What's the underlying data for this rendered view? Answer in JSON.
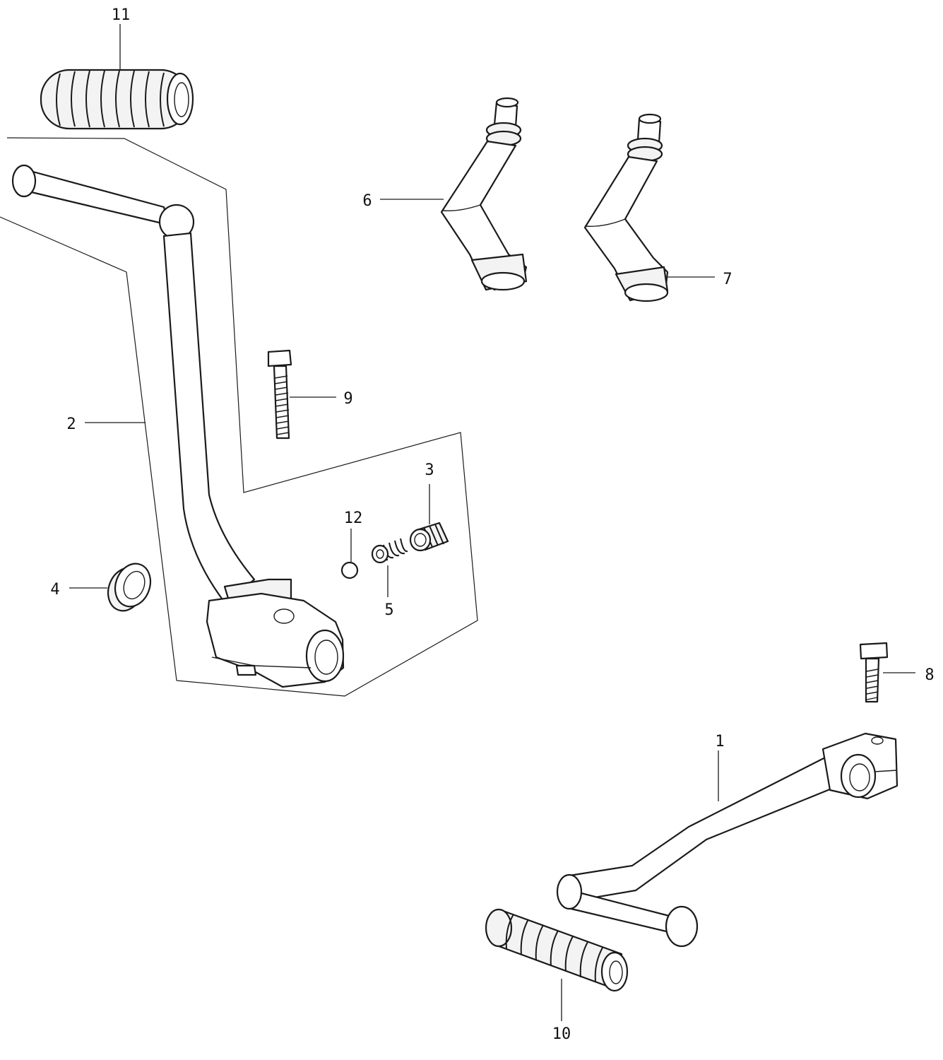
{
  "callouts": {
    "c1": "1",
    "c2": "2",
    "c3": "3",
    "c4": "4",
    "c5": "5",
    "c6": "6",
    "c7": "7",
    "c8": "8",
    "c9": "9",
    "c10": "10",
    "c11": "11",
    "c12": "12"
  },
  "parts": [
    {
      "callout": "1",
      "icon": "gearshift-pedal-icon"
    },
    {
      "callout": "2",
      "icon": "kickstarter-arm-icon"
    },
    {
      "callout": "3",
      "icon": "spring-holder-icon"
    },
    {
      "callout": "4",
      "icon": "seal-ring-icon"
    },
    {
      "callout": "5",
      "icon": "coil-spring-icon"
    },
    {
      "callout": "6",
      "icon": "bent-tube-icon"
    },
    {
      "callout": "7",
      "icon": "bent-tube-icon"
    },
    {
      "callout": "8",
      "icon": "bolt-icon"
    },
    {
      "callout": "9",
      "icon": "bolt-icon"
    },
    {
      "callout": "10",
      "icon": "rubber-grip-icon"
    },
    {
      "callout": "11",
      "icon": "rubber-grip-icon"
    },
    {
      "callout": "12",
      "icon": "steel-ball-icon"
    }
  ]
}
